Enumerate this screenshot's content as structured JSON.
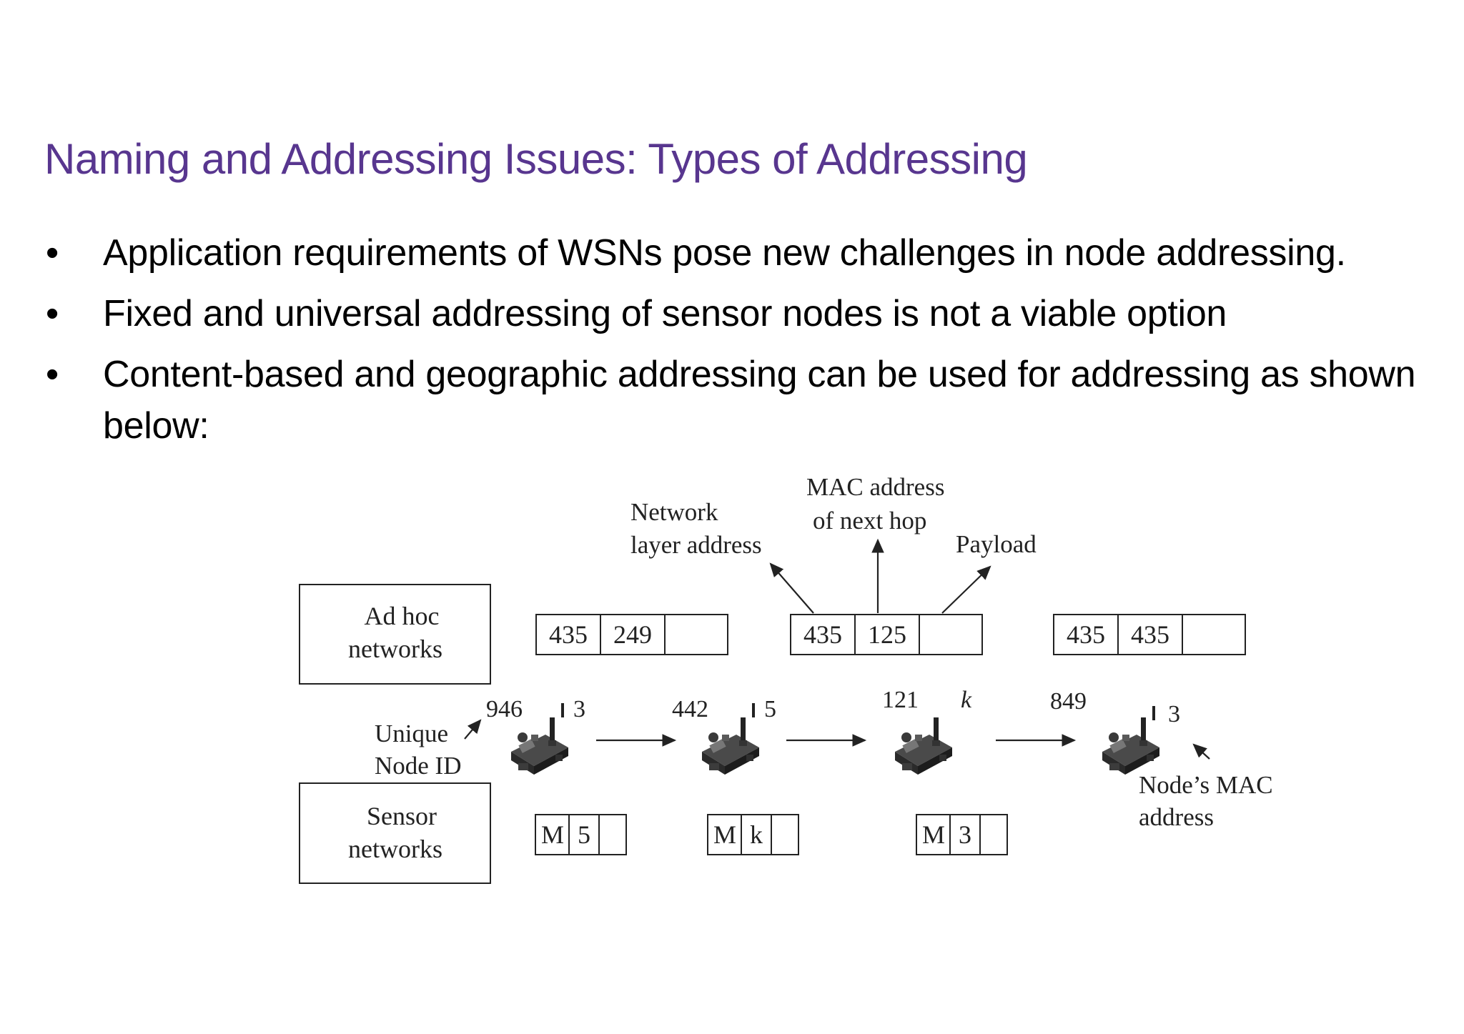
{
  "title": "Naming and Addressing Issues: Types of Addressing",
  "bullets": [
    "Application requirements of WSNs pose new challenges in node addressing.",
    "Fixed and universal addressing of sensor nodes is not a viable option",
    "Content-based and geographic addressing can be used for addressing as shown below:"
  ],
  "bullet_symbol": "•",
  "diagram": {
    "adhoc_label": [
      "Ad hoc",
      "networks"
    ],
    "sensor_label": [
      "Sensor",
      "networks"
    ],
    "network_layer_label": [
      "Network",
      "layer address"
    ],
    "mac_next_hop_label": [
      "MAC address",
      "of next hop"
    ],
    "payload_label": "Payload",
    "unique_node_id_label": [
      "Unique",
      "Node ID"
    ],
    "node_mac_label": [
      "Node’s MAC",
      "address"
    ],
    "adhoc_packets": [
      [
        "435",
        "249"
      ],
      [
        "435",
        "125"
      ],
      [
        "435",
        "435"
      ]
    ],
    "sensor_packets": [
      [
        "M",
        "5"
      ],
      [
        "M",
        "k"
      ],
      [
        "M",
        "3"
      ]
    ],
    "nodes": [
      {
        "id": "946",
        "mac": "3"
      },
      {
        "id": "442",
        "mac": "5"
      },
      {
        "id": "121",
        "mac": "k"
      },
      {
        "id": "849",
        "mac": "3"
      }
    ]
  }
}
